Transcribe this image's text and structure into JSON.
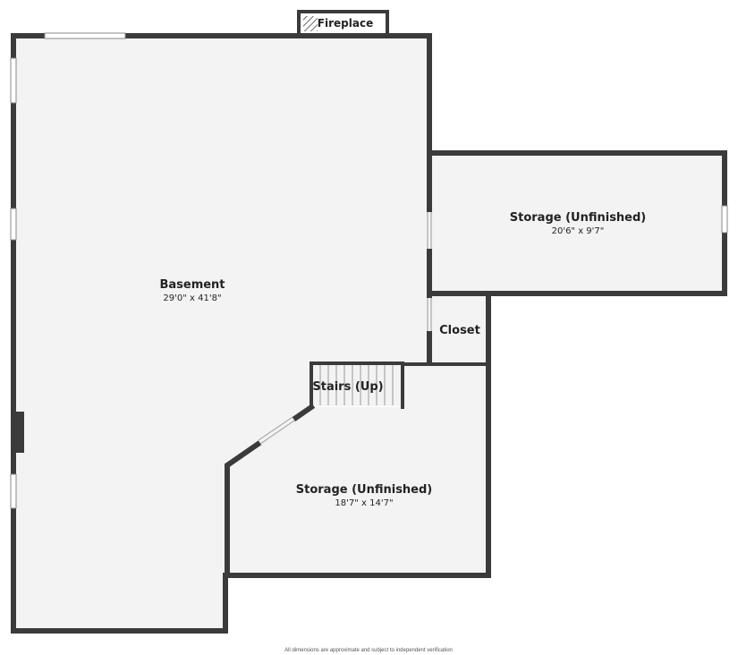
{
  "rooms": {
    "basement": {
      "name": "Basement",
      "dimensions": "29'0\" x 41'8\""
    },
    "storage_upper": {
      "name": "Storage (Unfinished)",
      "dimensions": "20'6\" x 9'7\""
    },
    "closet": {
      "name": "Closet"
    },
    "stairs": {
      "name": "Stairs (Up)"
    },
    "storage_lower": {
      "name": "Storage (Unfinished)",
      "dimensions": "18'7\" x 14'7\""
    }
  },
  "fixtures": {
    "fireplace": {
      "label": "Fireplace"
    }
  },
  "footnote": "All dimensions are approximate and subject to independent verification",
  "colors": {
    "wall": "#3b3b3b",
    "floor": "#f3f3f3",
    "background": "#ffffff"
  }
}
